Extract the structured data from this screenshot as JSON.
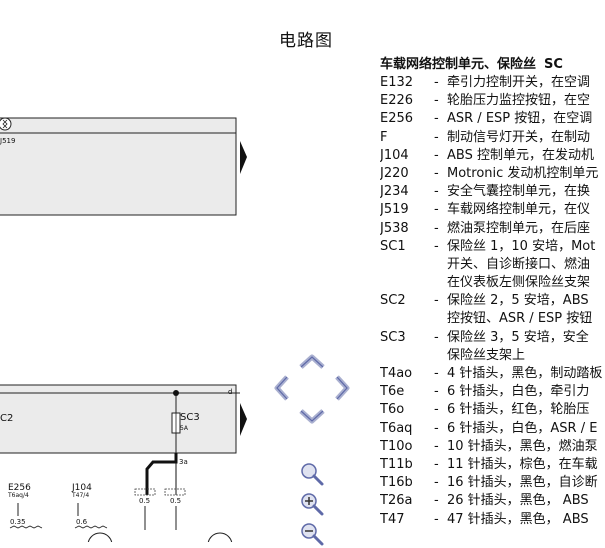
{
  "page": {
    "title": "电路图"
  },
  "diagram": {
    "top_box_label": "J519",
    "mid_box_label": "C2",
    "fuse_label": "SC3",
    "fuse_amp": "5A",
    "fuse_wire_label": "3a",
    "right_mark": "d",
    "comp_e256": "E256",
    "comp_e256_pin": "T6aq/4",
    "comp_j104": "J104",
    "comp_j104_pin": "T47/4",
    "wire_035": "0.35",
    "wire_06": "0.6",
    "wire_05a": "0.5",
    "wire_05b": "0.5"
  },
  "legend": {
    "header": "车载网络控制单元、保险丝",
    "header_sc": "SC",
    "items": [
      {
        "code": "E132",
        "desc": "牵引力控制开关，在空调"
      },
      {
        "code": "E226",
        "desc": "轮胎压力监控按钮，在空"
      },
      {
        "code": "E256",
        "desc": "ASR / ESP 按钮，在空调"
      },
      {
        "code": "F",
        "desc": "制动信号灯开关，在制动"
      },
      {
        "code": "J104",
        "desc": "ABS 控制单元，在发动机"
      },
      {
        "code": "J220",
        "desc": "Motronic 发动机控制单元"
      },
      {
        "code": "J234",
        "desc": "安全气囊控制单元，在换"
      },
      {
        "code": "J519",
        "desc": "车载网络控制单元，在仪"
      },
      {
        "code": "J538",
        "desc": "燃油泵控制单元，在后座"
      },
      {
        "code": "SC1",
        "desc": "保险丝 1，10 安培，Mot",
        "cont": [
          "开关、自诊断接口、燃油",
          "在仪表板左侧保险丝支架"
        ]
      },
      {
        "code": "SC2",
        "desc": "保险丝 2，5 安培，ABS",
        "cont": [
          "控按钮、ASR / ESP 按钮"
        ]
      },
      {
        "code": "SC3",
        "desc": "保险丝 3，5 安培，安全",
        "cont": [
          "保险丝支架上"
        ]
      },
      {
        "code": "T4ao",
        "desc": "4 针插头，黑色，制动踏板"
      },
      {
        "code": "T6e",
        "desc": "6 针插头，白色，牵引力"
      },
      {
        "code": "T6o",
        "desc": "6 针插头，红色，轮胎压"
      },
      {
        "code": "T6aq",
        "desc": "6 针插头，白色，ASR / E"
      },
      {
        "code": "T10o",
        "desc": "10 针插头，黑色，燃油泵"
      },
      {
        "code": "T11b",
        "desc": "11 针插头，棕色，在车载"
      },
      {
        "code": "T16b",
        "desc": "16 针插头，黑色，自诊断"
      },
      {
        "code": "T26a",
        "desc": "26 针插头，黑色， ABS"
      },
      {
        "code": "T47",
        "desc": "47 针插头，黑色， ABS"
      }
    ]
  }
}
